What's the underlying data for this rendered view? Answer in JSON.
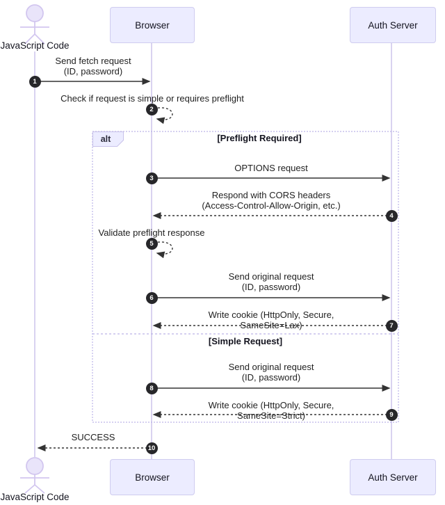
{
  "diagram_type": "sequence-diagram",
  "participants": {
    "actor": "JavaScript Code",
    "browser": "Browser",
    "auth_server": "Auth Server"
  },
  "alt_frame": {
    "label": "alt",
    "sections": [
      {
        "condition": "[Preflight Required]"
      },
      {
        "condition": "[Simple Request]"
      }
    ]
  },
  "messages": [
    {
      "num": "1",
      "from": "JavaScript Code",
      "to": "Browser",
      "style": "solid",
      "text": "Send fetch request\n(ID, password)"
    },
    {
      "num": "2",
      "from": "Browser",
      "to": "Browser",
      "style": "dashed-self",
      "text": "Check if request is simple or requires preflight"
    },
    {
      "num": "3",
      "from": "Browser",
      "to": "Auth Server",
      "style": "solid",
      "text": "OPTIONS request"
    },
    {
      "num": "4",
      "from": "Auth Server",
      "to": "Browser",
      "style": "dashed",
      "text": "Respond with CORS headers\n(Access-Control-Allow-Origin, etc.)"
    },
    {
      "num": "5",
      "from": "Browser",
      "to": "Browser",
      "style": "dashed-self",
      "text": "Validate preflight response"
    },
    {
      "num": "6",
      "from": "Browser",
      "to": "Auth Server",
      "style": "solid",
      "text": "Send original request\n(ID, password)"
    },
    {
      "num": "7",
      "from": "Auth Server",
      "to": "Browser",
      "style": "dashed",
      "text": "Write cookie (HttpOnly, Secure, SameSite=Lax)"
    },
    {
      "num": "8",
      "from": "Browser",
      "to": "Auth Server",
      "style": "solid",
      "text": "Send original request\n(ID, password)"
    },
    {
      "num": "9",
      "from": "Auth Server",
      "to": "Browser",
      "style": "dashed",
      "text": "Write cookie (HttpOnly, Secure, SameSite=Strict)"
    },
    {
      "num": "10",
      "from": "Browser",
      "to": "JavaScript Code",
      "style": "dashed",
      "text": "SUCCESS"
    }
  ],
  "colors": {
    "participant_fill": "#ECECFF",
    "participant_border": "#CFCCEF",
    "lifeline": "#D5CEEF",
    "actor_stroke": "#D2C6EF",
    "actor_head_fill": "#E9E4FA",
    "arrow": "#333333",
    "number_badge": "#27272A",
    "frame_border": "#BCB5E8",
    "text": "#1F1F1F"
  }
}
